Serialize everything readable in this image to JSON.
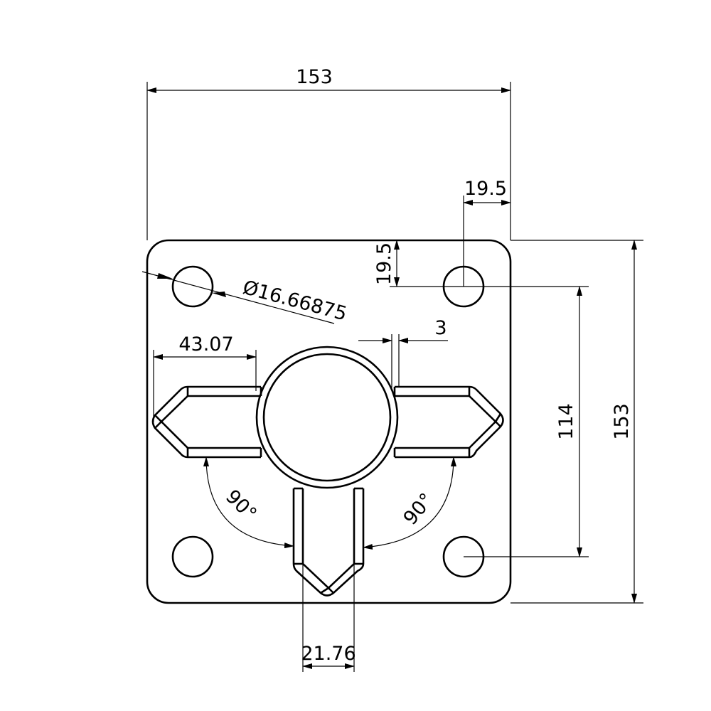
{
  "drawing": {
    "title": "Square base plate with central ring and three V-tipped arms",
    "units": "mm",
    "line_color": "#000000",
    "background": "#ffffff"
  },
  "dimensions": {
    "overall_width": "153",
    "overall_height": "153",
    "hole_offset_x": "19.5",
    "hole_offset_y": "19.5",
    "hole_diameter": "Ø16.66875",
    "arm_length": "43.07",
    "arm_gap": "3",
    "hole_spacing_vertical": "114",
    "arm_width": "21.76",
    "angle_left": "90°",
    "angle_right": "90°"
  },
  "features": {
    "mounting_holes": 4,
    "arms": [
      "left",
      "right",
      "bottom"
    ],
    "center": "ring"
  }
}
